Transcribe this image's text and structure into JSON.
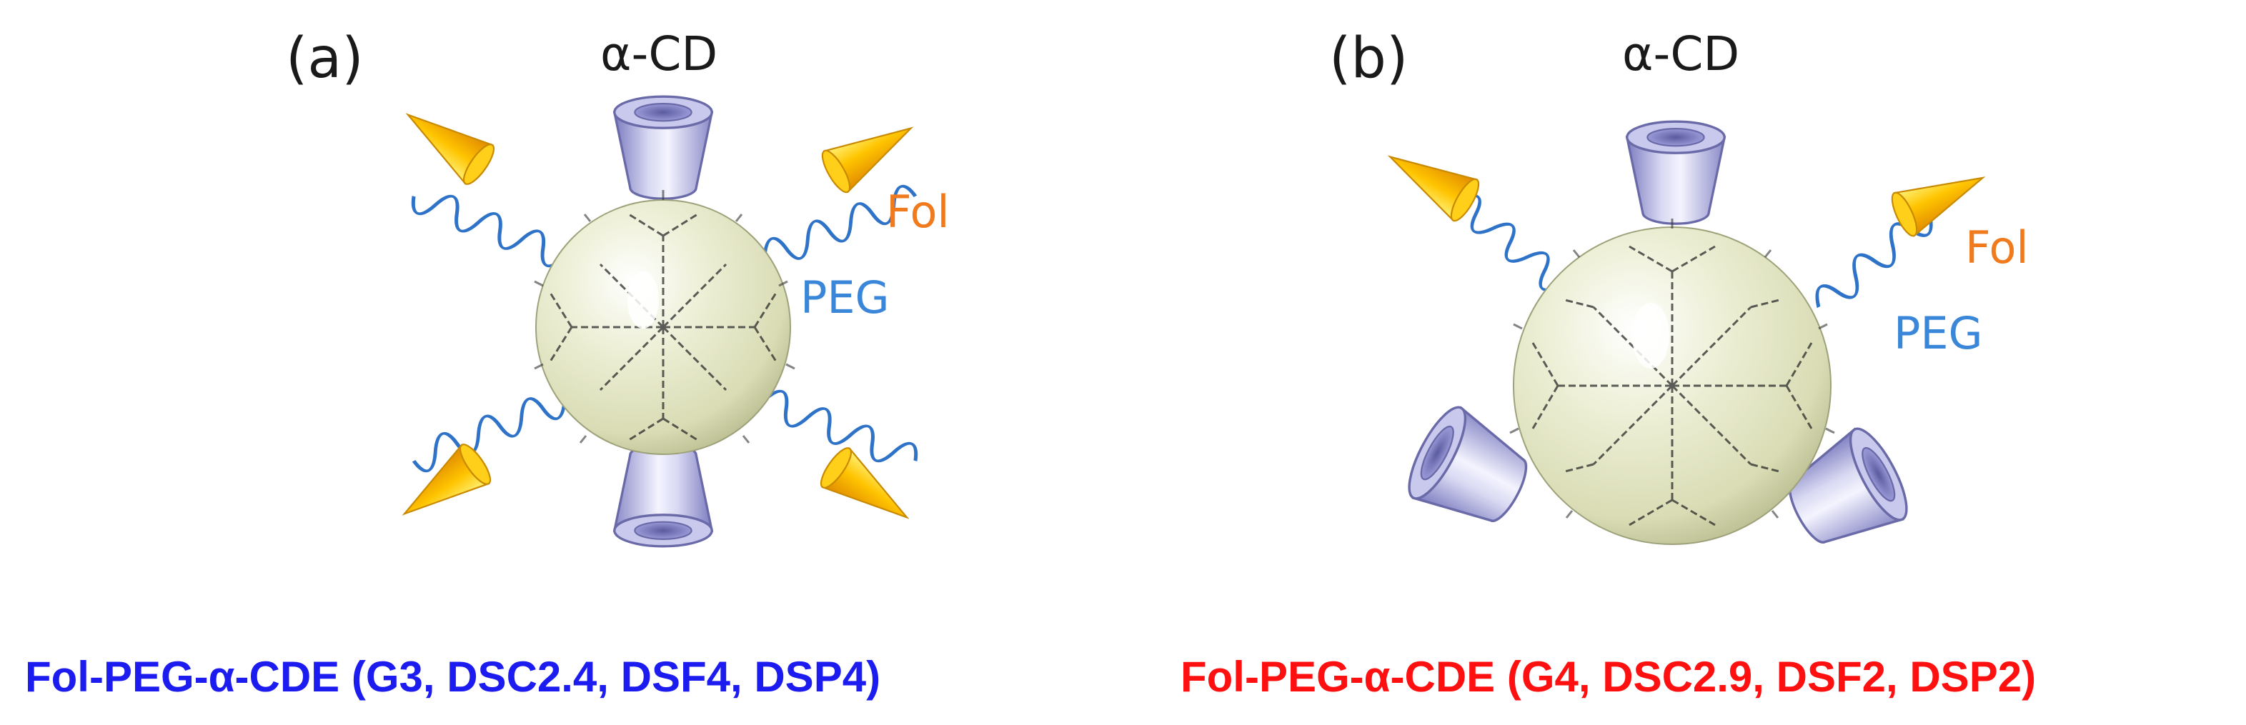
{
  "panel_a": {
    "letter": "(a)",
    "cd_label": "α-CD",
    "fol_label": "Fol",
    "peg_label": "PEG",
    "caption": "Fol-PEG-α-CDE (G3, DSC2.4, DSF4, DSP4)",
    "caption_color": "#1c1cf0"
  },
  "panel_b": {
    "letter": "(b)",
    "cd_label": "α-CD",
    "fol_label": "Fol",
    "peg_label": "PEG",
    "caption": "Fol-PEG-α-CDE (G4, DSC2.9, DSF2, DSP2)",
    "caption_color": "#ff1010"
  },
  "colors": {
    "fol": "#f07a1c",
    "peg": "#3a86d8",
    "cone": "#f2b200",
    "cd": "#8f8fcf",
    "core": "#e4e6c4"
  },
  "icons": [
    "cyclodextrin-icon",
    "folate-cone-icon",
    "peg-chain-icon",
    "dendrimer-core-icon"
  ]
}
